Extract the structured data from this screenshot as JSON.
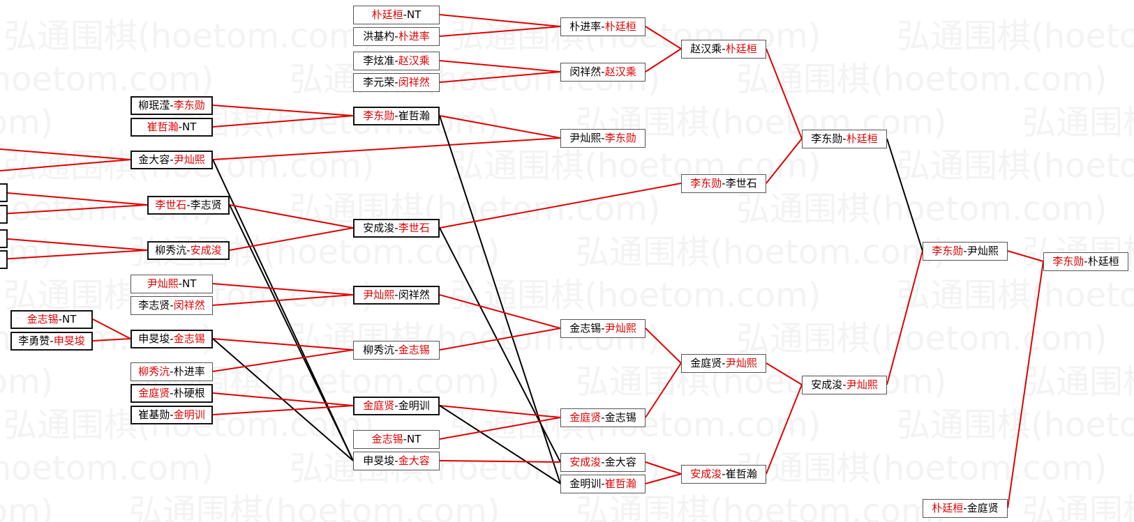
{
  "watermark": "弘通围棋(hoetom.com)",
  "colors": {
    "win": "#e00000",
    "loss_line": "#000000",
    "box_border": "#555555"
  },
  "bracket": {
    "matches": [
      {
        "id": "r0_a",
        "winner": "金志锡",
        "loser": "NT",
        "winner_first": true
      },
      {
        "id": "r0_b",
        "winner": "申旻埈",
        "loser": "李勇赞",
        "winner_first": false
      },
      {
        "id": "r1_1",
        "winner": "李东勋",
        "loser": "柳珉滢",
        "winner_first": false
      },
      {
        "id": "r1_2",
        "winner": "崔哲瀚",
        "loser": "NT",
        "winner_first": true
      },
      {
        "id": "r1_3",
        "winner": "尹灿熙",
        "loser": "金大容",
        "winner_first": false
      },
      {
        "id": "r1_4",
        "winner": "李世石",
        "loser": "李志贤",
        "winner_first": true
      },
      {
        "id": "r1_5",
        "winner": "安成浚",
        "loser": "柳秀沆",
        "winner_first": false
      },
      {
        "id": "r1_6",
        "winner": "尹灿熙",
        "loser": "NT",
        "winner_first": true
      },
      {
        "id": "r1_7",
        "winner": "闵祥然",
        "loser": "李志贤",
        "winner_first": false
      },
      {
        "id": "r1_8",
        "winner": "金志锡",
        "loser": "申旻埈",
        "winner_first": false
      },
      {
        "id": "r1_9",
        "winner": "柳秀沆",
        "loser": "朴进率",
        "winner_first": true
      },
      {
        "id": "r1_10",
        "winner": "金庭贤",
        "loser": "朴硬根",
        "winner_first": true
      },
      {
        "id": "r1_11",
        "winner": "金明训",
        "loser": "崔基勋",
        "winner_first": false
      },
      {
        "id": "r2_1",
        "winner": "朴廷桓",
        "loser": "NT",
        "winner_first": true
      },
      {
        "id": "r2_2",
        "winner": "朴进率",
        "loser": "洪基杓",
        "winner_first": false
      },
      {
        "id": "r2_3",
        "winner": "赵汉乘",
        "loser": "李炫准",
        "winner_first": false
      },
      {
        "id": "r2_4",
        "winner": "闵祥然",
        "loser": "李元荣",
        "winner_first": false
      },
      {
        "id": "r2_5",
        "winner": "李东勋",
        "loser": "崔哲瀚",
        "winner_first": true
      },
      {
        "id": "r2_6",
        "winner": "李世石",
        "loser": "安成浚",
        "winner_first": false
      },
      {
        "id": "r2_7",
        "winner": "尹灿熙",
        "loser": "闵祥然",
        "winner_first": true
      },
      {
        "id": "r2_8",
        "winner": "金志锡",
        "loser": "柳秀沆",
        "winner_first": false
      },
      {
        "id": "r2_9",
        "winner": "金庭贤",
        "loser": "金明训",
        "winner_first": true
      },
      {
        "id": "r2_10",
        "winner": "金志锡",
        "loser": "NT",
        "winner_first": true
      },
      {
        "id": "r2_11",
        "winner": "金大容",
        "loser": "申旻埈",
        "winner_first": false
      },
      {
        "id": "r3_1",
        "winner": "朴廷桓",
        "loser": "朴进率",
        "winner_first": false
      },
      {
        "id": "r3_2",
        "winner": "赵汉乘",
        "loser": "闵祥然",
        "winner_first": false
      },
      {
        "id": "r3_3",
        "winner": "李东勋",
        "loser": "尹灿熙",
        "winner_first": false
      },
      {
        "id": "r3_4",
        "winner": "尹灿熙",
        "loser": "金志锡",
        "winner_first": false
      },
      {
        "id": "r3_5",
        "winner": "金庭贤",
        "loser": "金志锡",
        "winner_first": true
      },
      {
        "id": "r3_6",
        "winner": "安成浚",
        "loser": "金大容",
        "winner_first": true
      },
      {
        "id": "r3_7",
        "winner": "崔哲瀚",
        "loser": "金明训",
        "winner_first": false
      },
      {
        "id": "r4_1",
        "winner": "朴廷桓",
        "loser": "赵汉乘",
        "winner_first": false
      },
      {
        "id": "r4_2",
        "winner": "李东勋",
        "loser": "李世石",
        "winner_first": true
      },
      {
        "id": "r4_3",
        "winner": "尹灿熙",
        "loser": "金庭贤",
        "winner_first": false
      },
      {
        "id": "r4_4",
        "winner": "安成浚",
        "loser": "崔哲瀚",
        "winner_first": true
      },
      {
        "id": "r5_1",
        "winner": "朴廷桓",
        "loser": "李东勋",
        "winner_first": false
      },
      {
        "id": "r5_2",
        "winner": "尹灿熙",
        "loser": "安成浚",
        "winner_first": false
      },
      {
        "id": "r6_1",
        "winner": "李东勋",
        "loser": "尹灿熙",
        "winner_first": true
      },
      {
        "id": "r6_2",
        "winner": "朴廷桓",
        "loser": "金庭贤",
        "winner_first": true
      },
      {
        "id": "r7_1",
        "winner": "李东勋",
        "loser": "朴廷桓",
        "winner_first": true
      }
    ]
  }
}
